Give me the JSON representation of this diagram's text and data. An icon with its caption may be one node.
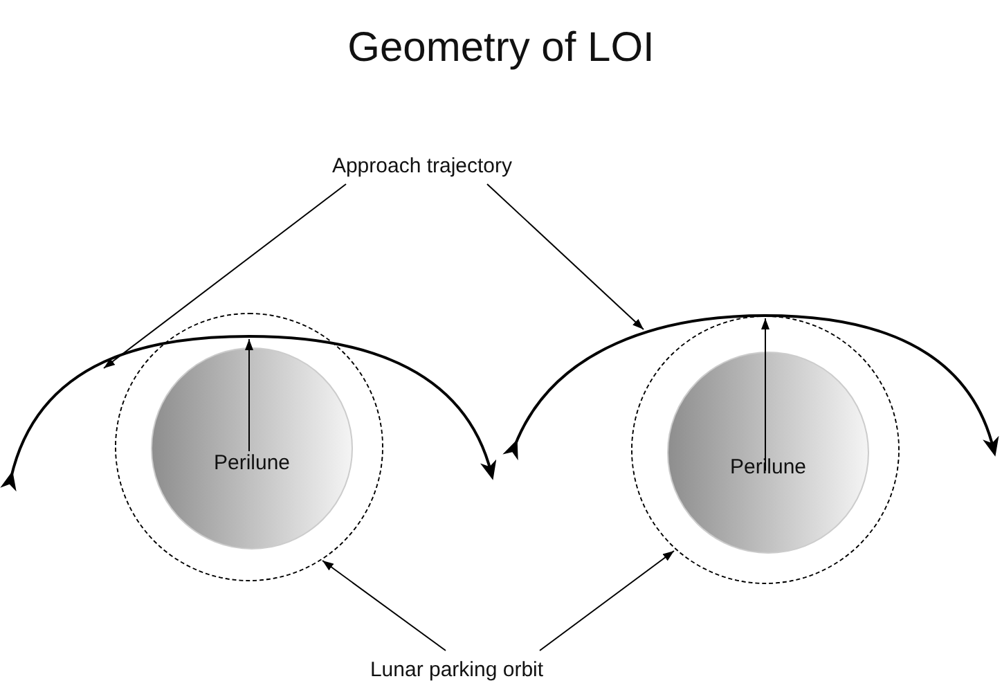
{
  "diagram": {
    "title": "Geometry of LOI",
    "nodes": [
      {
        "text": [
          "Approach trajectory"
        ]
      },
      {
        "text": [],
        "shape": "curve"
      },
      {
        "text": [],
        "shape": "curve"
      },
      {
        "text": [],
        "shape": "circle"
      },
      {
        "text": [
          "Perilune"
        ],
        "in": 3
      },
      {
        "text": [],
        "shape": "circle"
      },
      {
        "text": [
          "Perilune"
        ],
        "in": 5
      },
      {
        "text": [
          "Lunar parking orbit"
        ]
      }
    ],
    "edges": [
      {
        "from": 0,
        "to": 1,
        "arrow": "to"
      },
      {
        "from": 0,
        "to": 2,
        "arrow": "to"
      },
      {
        "from": 4,
        "to": 1,
        "arrow": "to"
      },
      {
        "from": 6,
        "to": 2,
        "arrow": "to"
      },
      {
        "from": 7,
        "to": 3,
        "arrow": "to"
      },
      {
        "from": 7,
        "to": 5,
        "arrow": "to"
      }
    ]
  }
}
